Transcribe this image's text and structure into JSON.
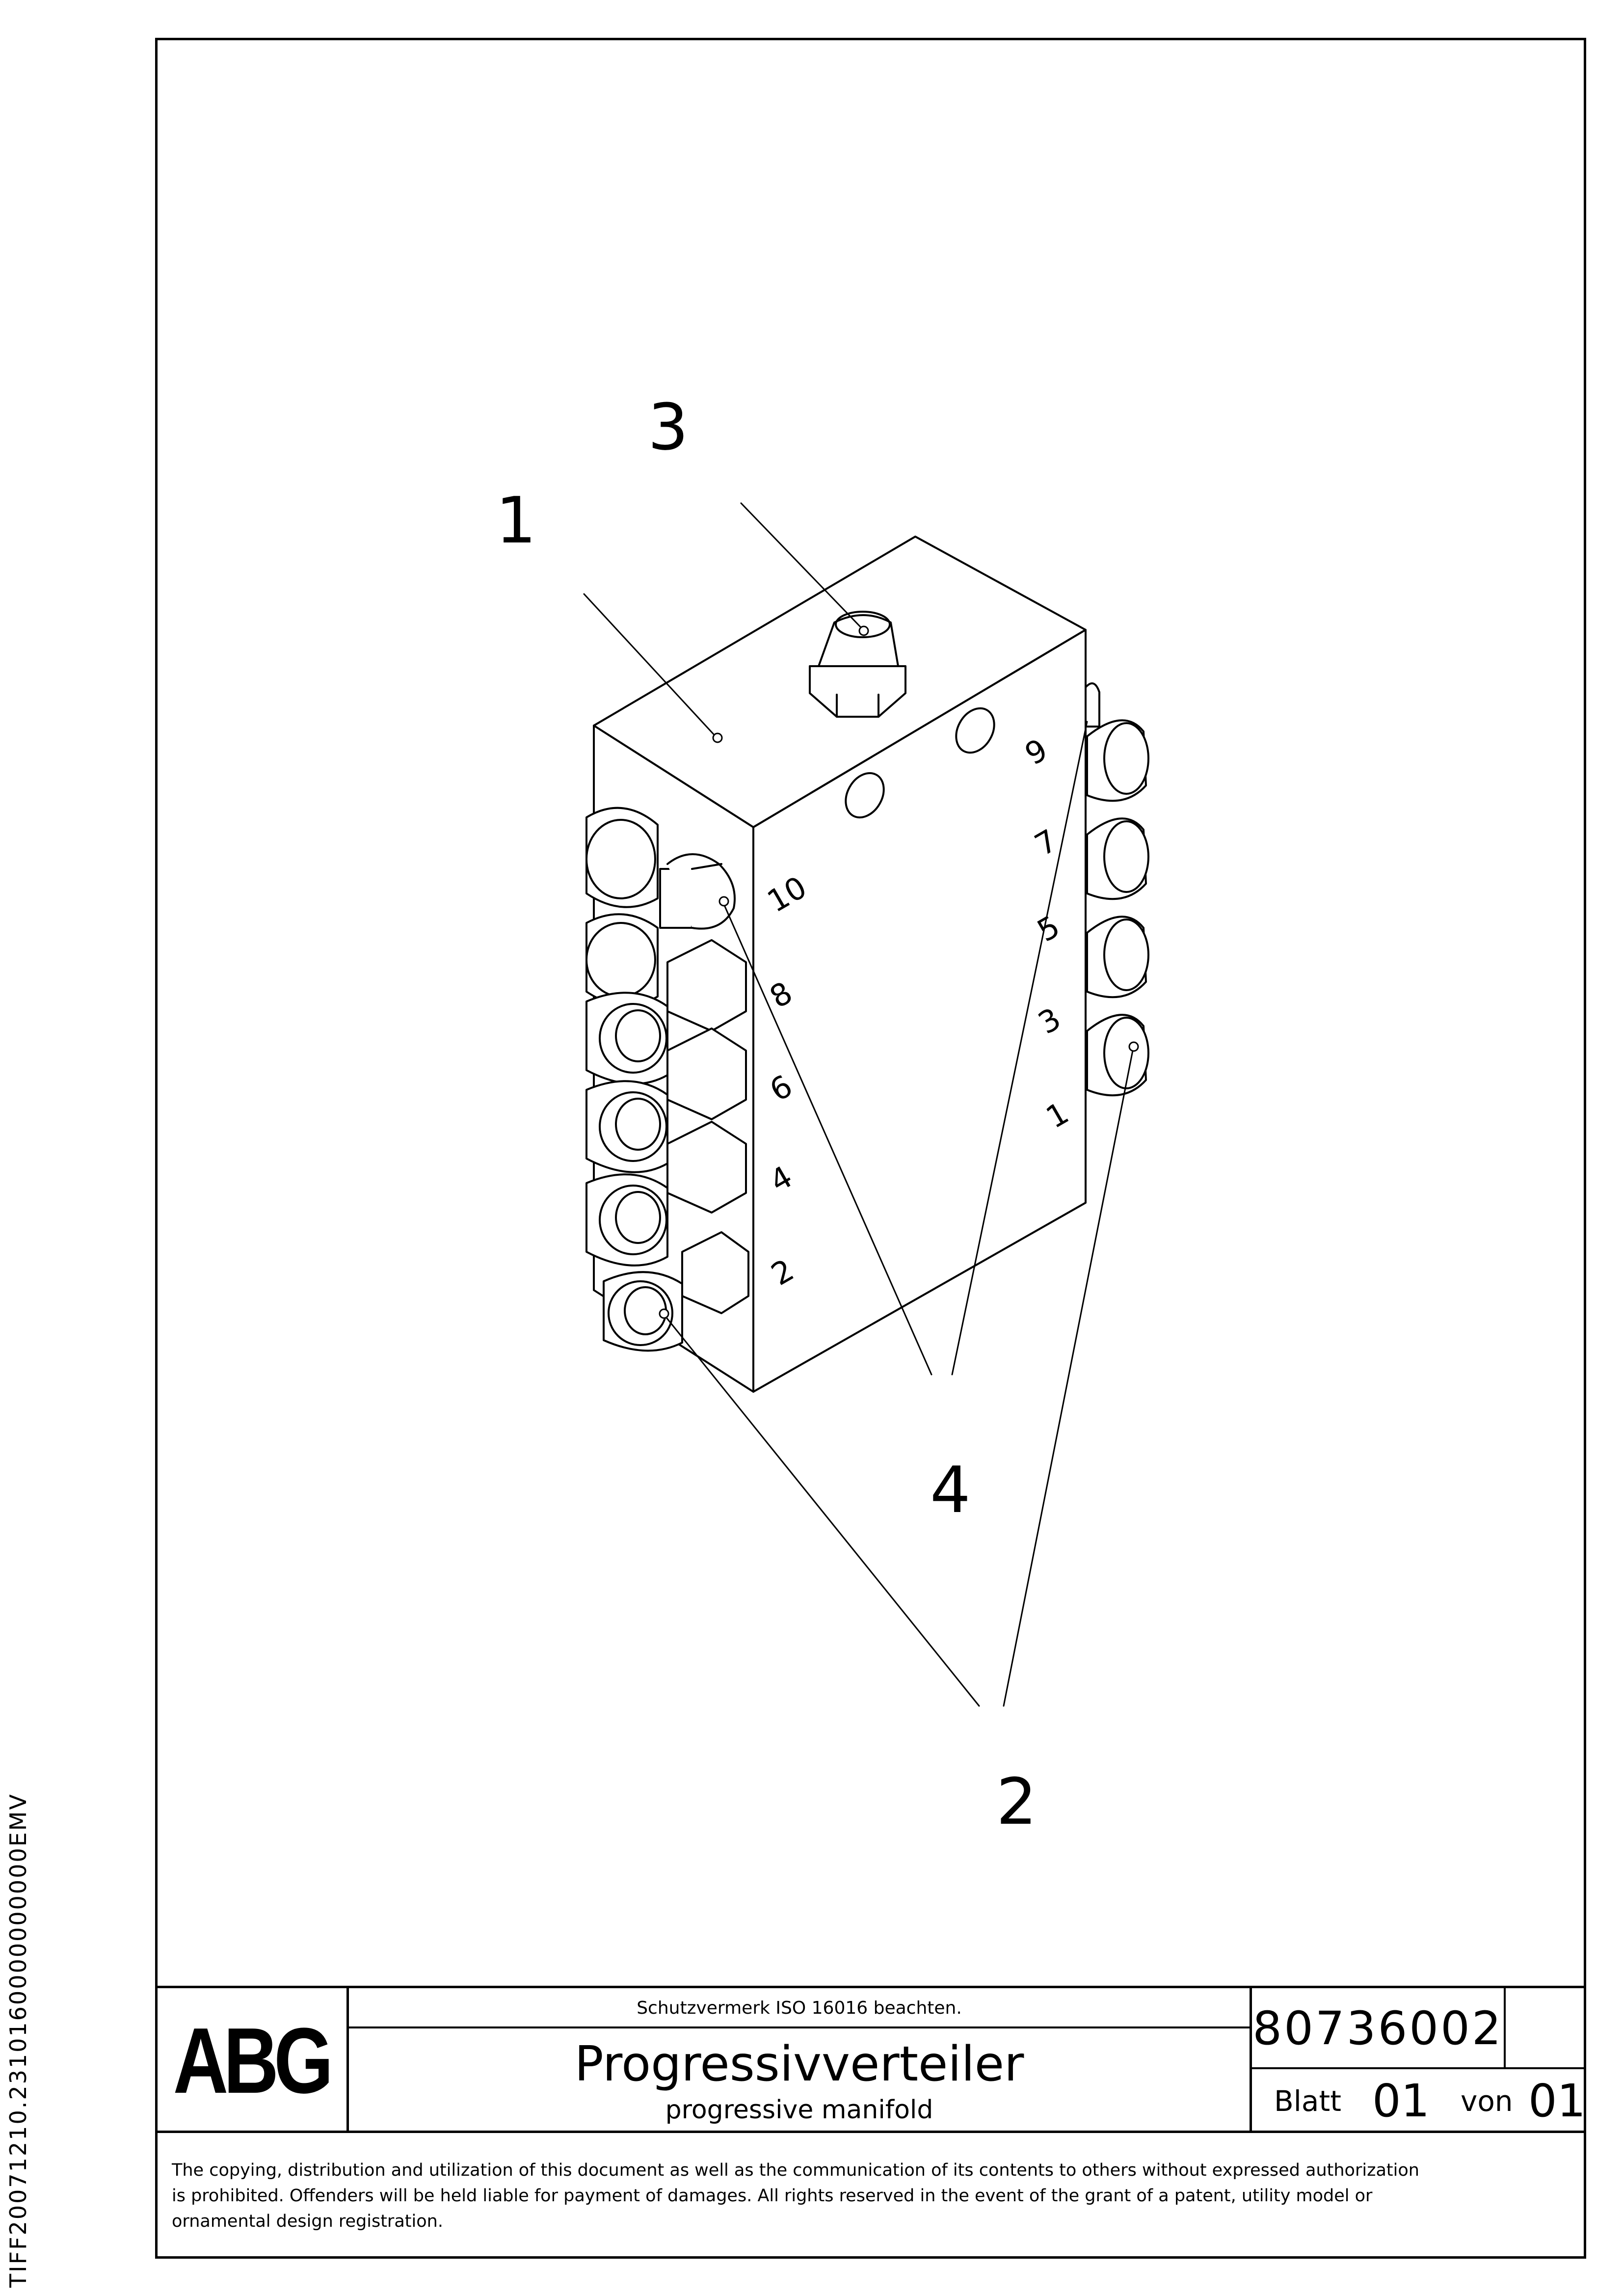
{
  "side_label": "TIFF20071210.2310160000000000EMV",
  "callouts": [
    "1",
    "2",
    "3",
    "4"
  ],
  "port_numbers": [
    "10",
    "9",
    "8",
    "7",
    "6",
    "5",
    "4",
    "3",
    "2",
    "1"
  ],
  "title_block": {
    "logo": "ABG",
    "protection_note": "Schutzvermerk ISO 16016 beachten.",
    "title": "Progressivverteiler",
    "subtitle": "progressive manifold",
    "drawing_number": "80736002",
    "sheet_label": "Blatt",
    "sheet_no": "01",
    "of_label": "von",
    "sheet_total": "01"
  },
  "legal_text": [
    "The copying, distribution and utilization of this document as well as the communication of its contents to others without expressed authorization",
    "is prohibited. Offenders will be held liable for payment of damages. All rights reserved in the event of the grant of a patent, utility model or",
    "ornamental design registration."
  ]
}
